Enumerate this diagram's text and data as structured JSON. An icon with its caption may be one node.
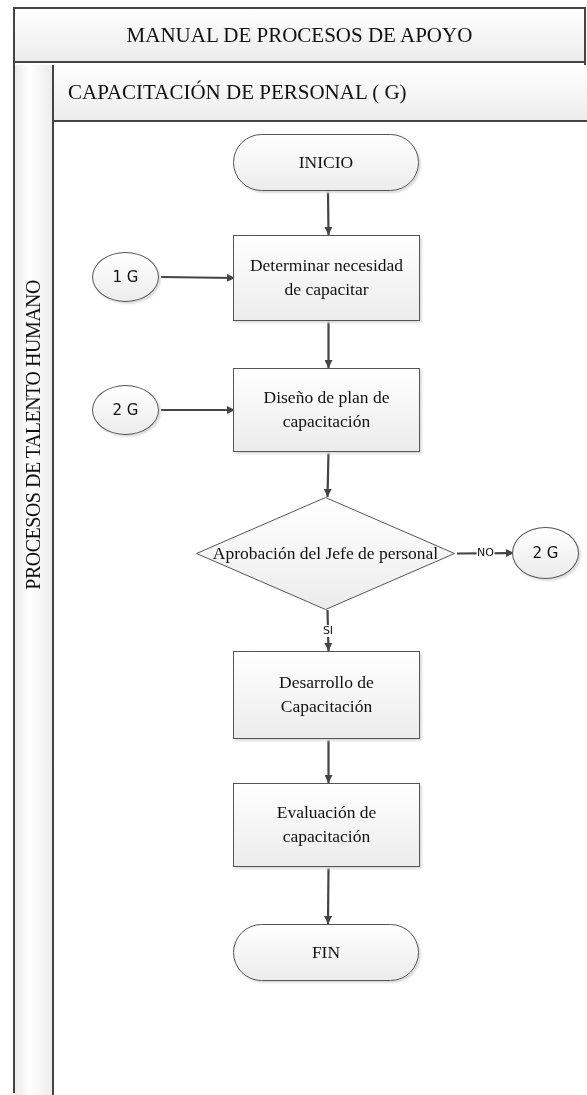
{
  "diagram": {
    "nodes": [
      {
        "text": [
          "MANUAL DE PROCESOS DE APOYO"
        ]
      },
      {
        "text": [
          "PROCESOS DE TALENTO HUMANO"
        ],
        "in": 0
      },
      {
        "text": [
          "CAPACITACIÓN DE PERSONAL ( G)"
        ],
        "in": 1
      },
      {
        "text": [
          "INICIO"
        ],
        "in": 2
      },
      {
        "text": [
          "1 G"
        ],
        "in": 2
      },
      {
        "text": [
          "Determinar necesidad de capacitar"
        ],
        "in": 2
      },
      {
        "text": [
          "2 G"
        ],
        "in": 2
      },
      {
        "text": [
          "Diseño de plan de capacitación"
        ],
        "in": 2
      },
      {
        "text": [
          "Aprobación del Jefe de personal"
        ],
        "in": 2
      },
      {
        "text": [
          "2 G"
        ],
        "in": 2
      },
      {
        "text": [
          "Desarrollo de Capacitación"
        ],
        "in": 2
      },
      {
        "text": [
          "Evaluación de capacitación"
        ],
        "in": 2
      },
      {
        "text": [
          "FIN"
        ],
        "in": 2
      }
    ],
    "edges": [
      {
        "from": 3,
        "to": 5,
        "arrow": "to"
      },
      {
        "from": 4,
        "to": 5,
        "arrow": "to"
      },
      {
        "from": 5,
        "to": 7,
        "arrow": "to"
      },
      {
        "from": 6,
        "to": 7,
        "arrow": "to"
      },
      {
        "from": 7,
        "to": 8,
        "arrow": "to"
      },
      {
        "from": 8,
        "to": 9,
        "arrow": "to",
        "label": "NO"
      },
      {
        "from": 8,
        "to": 10,
        "arrow": "to",
        "label": "SI"
      },
      {
        "from": 10,
        "to": 11,
        "arrow": "to"
      },
      {
        "from": 11,
        "to": 12,
        "arrow": "to"
      }
    ]
  }
}
